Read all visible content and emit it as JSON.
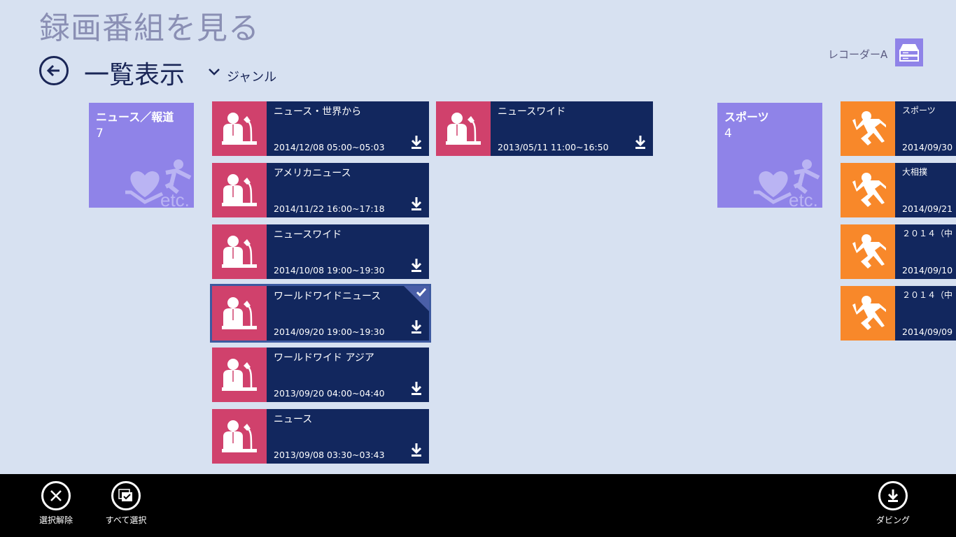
{
  "header": {
    "title": "録画番組を見る",
    "view": "一覧表示",
    "sort": "ジャンル",
    "recorder": "レコーダーA"
  },
  "groups": [
    {
      "name": "ニュース／報道",
      "count": "7"
    },
    {
      "name": "スポーツ",
      "count": "4"
    }
  ],
  "news": [
    {
      "name": "ニュース・世界から",
      "date": "2014/12/08 05:00~05:03"
    },
    {
      "name": "アメリカニュース",
      "date": "2014/11/22 16:00~17:18"
    },
    {
      "name": "ニュースワイド",
      "date": "2014/10/08 19:00~19:30"
    },
    {
      "name": "ワールドワイドニュース",
      "date": "2014/09/20 19:00~19:30",
      "selected": true
    },
    {
      "name": "ワールドワイド アジア",
      "date": "2013/09/20 04:00~04:40"
    },
    {
      "name": "ニュース",
      "date": "2013/09/08 03:30~03:43"
    },
    {
      "name": "ニュースワイド",
      "date": "2013/05/11 11:00~16:50"
    }
  ],
  "sports": [
    {
      "name": "スポーツ",
      "date": "2014/09/30"
    },
    {
      "name": "大相撲",
      "date": "2014/09/21"
    },
    {
      "name": "２０１４（中",
      "date": "2014/09/10"
    },
    {
      "name": "２０１４（中",
      "date": "2014/09/09"
    }
  ],
  "appbar": {
    "deselect": "選択解除",
    "select_all": "すべて選択",
    "dubbing": "ダビング"
  },
  "colors": {
    "bg": "#d7e1f1",
    "tile": "#12275e",
    "news": "#d0416c",
    "sports": "#f8882a",
    "group": "#8f83e8"
  }
}
